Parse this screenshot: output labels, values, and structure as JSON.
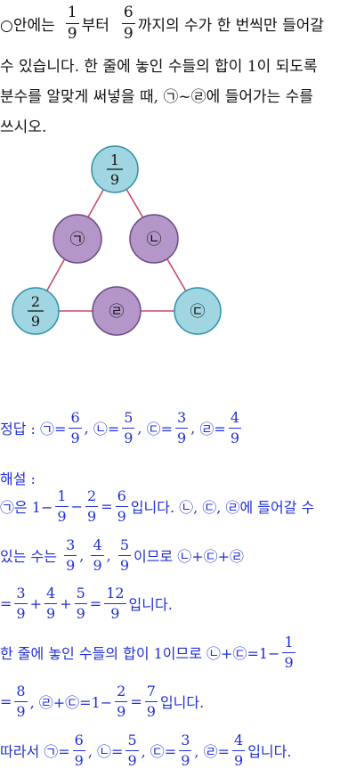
{
  "question": {
    "l1a": "○안에는",
    "l1_f1": {
      "n": "1",
      "d": "9"
    },
    "l1b": "부터",
    "l1_f2": {
      "n": "6",
      "d": "9"
    },
    "l1c": "까지의 수가 한 번씩만 들어갈",
    "l2": "수 있습니다. 한 줄에 놓인 수들의 합이 1이 되도록",
    "l3": "분수를 알맞게 써넣을 때, ㉠~㉣에 들어가는 수를",
    "l4": "쓰시오."
  },
  "diagram": {
    "top": {
      "n": "1",
      "d": "9"
    },
    "left": {
      "n": "2",
      "d": "9"
    },
    "mid_left": "㉠",
    "mid_right": "㉡",
    "right": "㉢",
    "bottom": "㉣",
    "colors": {
      "blue_fill": "#9fd6e2",
      "purple_fill": "#b497c8",
      "line": "#c94a6a"
    }
  },
  "answer": {
    "label": "정답 :",
    "a1": "㉠=",
    "f1": {
      "n": "6",
      "d": "9"
    },
    "a2": "㉡=",
    "f2": {
      "n": "5",
      "d": "9"
    },
    "a3": "㉢=",
    "f3": {
      "n": "3",
      "d": "9"
    },
    "a4": "㉣=",
    "f4": {
      "n": "4",
      "d": "9"
    },
    "sep": ","
  },
  "solution": {
    "title": "해설 :",
    "s1a": "㉠은 1−",
    "s1f1": {
      "n": "1",
      "d": "9"
    },
    "s1b": "−",
    "s1f2": {
      "n": "2",
      "d": "9"
    },
    "s1c": "=",
    "s1f3": {
      "n": "6",
      "d": "9"
    },
    "s1d": "입니다. ㉡, ㉢, ㉣에 들어갈 수",
    "s2a": "있는 수는",
    "s2f1": {
      "n": "3",
      "d": "9"
    },
    "s2b": ",",
    "s2f2": {
      "n": "4",
      "d": "9"
    },
    "s2c": ",",
    "s2f3": {
      "n": "5",
      "d": "9"
    },
    "s2d": "이므로 ㉡+㉢+㉣",
    "s3a": "=",
    "s3f1": {
      "n": "3",
      "d": "9"
    },
    "s3b": "+",
    "s3f2": {
      "n": "4",
      "d": "9"
    },
    "s3c": "+",
    "s3f3": {
      "n": "5",
      "d": "9"
    },
    "s3d": "=",
    "s3f4": {
      "n": "12",
      "d": "9"
    },
    "s3e": "입니다.",
    "s4a": "한 줄에 놓인 수들의 합이 1이므로 ㉡+㉢=1−",
    "s4f1": {
      "n": "1",
      "d": "9"
    },
    "s5a": "=",
    "s5f1": {
      "n": "8",
      "d": "9"
    },
    "s5b": ", ㉣+㉢=1−",
    "s5f2": {
      "n": "2",
      "d": "9"
    },
    "s5c": "=",
    "s5f3": {
      "n": "7",
      "d": "9"
    },
    "s5d": "입니다.",
    "s6a": "따라서 ㉠=",
    "s6f1": {
      "n": "6",
      "d": "9"
    },
    "s6b": ", ㉡=",
    "s6f2": {
      "n": "5",
      "d": "9"
    },
    "s6c": ", ㉢=",
    "s6f3": {
      "n": "3",
      "d": "9"
    },
    "s6d": ", ㉣=",
    "s6f4": {
      "n": "4",
      "d": "9"
    },
    "s6e": "입니다."
  }
}
